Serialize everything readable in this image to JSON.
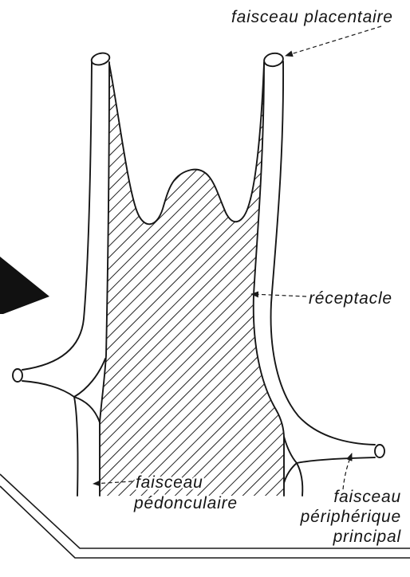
{
  "labels": {
    "faisceau_placentaire": "faisceau placentaire",
    "receptacle": "réceptacle",
    "faisceau_pedonculaire": [
      "faisceau",
      "pédonculaire"
    ],
    "faisceau_peripherique_principal": [
      "faisceau",
      "périphérique",
      "principal"
    ]
  }
}
